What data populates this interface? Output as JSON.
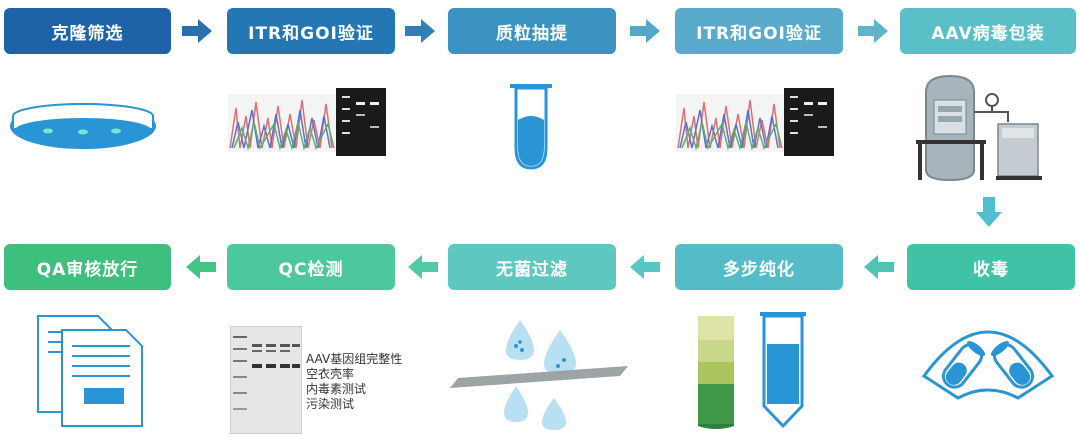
{
  "steps": {
    "s1": {
      "label": "克隆筛选",
      "color": "#1e63a8"
    },
    "s2": {
      "label": "ITR和GOI验证",
      "color": "#2477b3"
    },
    "s3": {
      "label": "质粒抽提",
      "color": "#3a93c0"
    },
    "s4": {
      "label": "ITR和GOI验证",
      "color": "#5aaacb"
    },
    "s5": {
      "label": "AAV病毒包装",
      "color": "#5bbfc8"
    },
    "s6": {
      "label": "收毒",
      "color": "#3fc2a6"
    },
    "s7": {
      "label": "多步纯化",
      "color": "#55bcc7"
    },
    "s8": {
      "label": "无菌过滤",
      "color": "#5ec7c0"
    },
    "s9": {
      "label": "QC检测",
      "color": "#4dc79c"
    },
    "s10": {
      "label": "QA审核放行",
      "color": "#3ebf7e"
    }
  },
  "qc_items": [
    "AAV基因组完整性",
    "空衣壳率",
    "内毒素测试",
    "污染测试"
  ],
  "icons": {
    "clone": "petri-dish-icon",
    "verify": "sequencing-gel-icon",
    "plasmid": "test-tube-icon",
    "package": "bioreactor-icon",
    "harvest": "centrifuge-rotor-icon",
    "purify": "gradient-column-icon",
    "filter": "filter-droplets-icon",
    "qc": "sds-page-gel-icon",
    "release": "documents-icon"
  }
}
